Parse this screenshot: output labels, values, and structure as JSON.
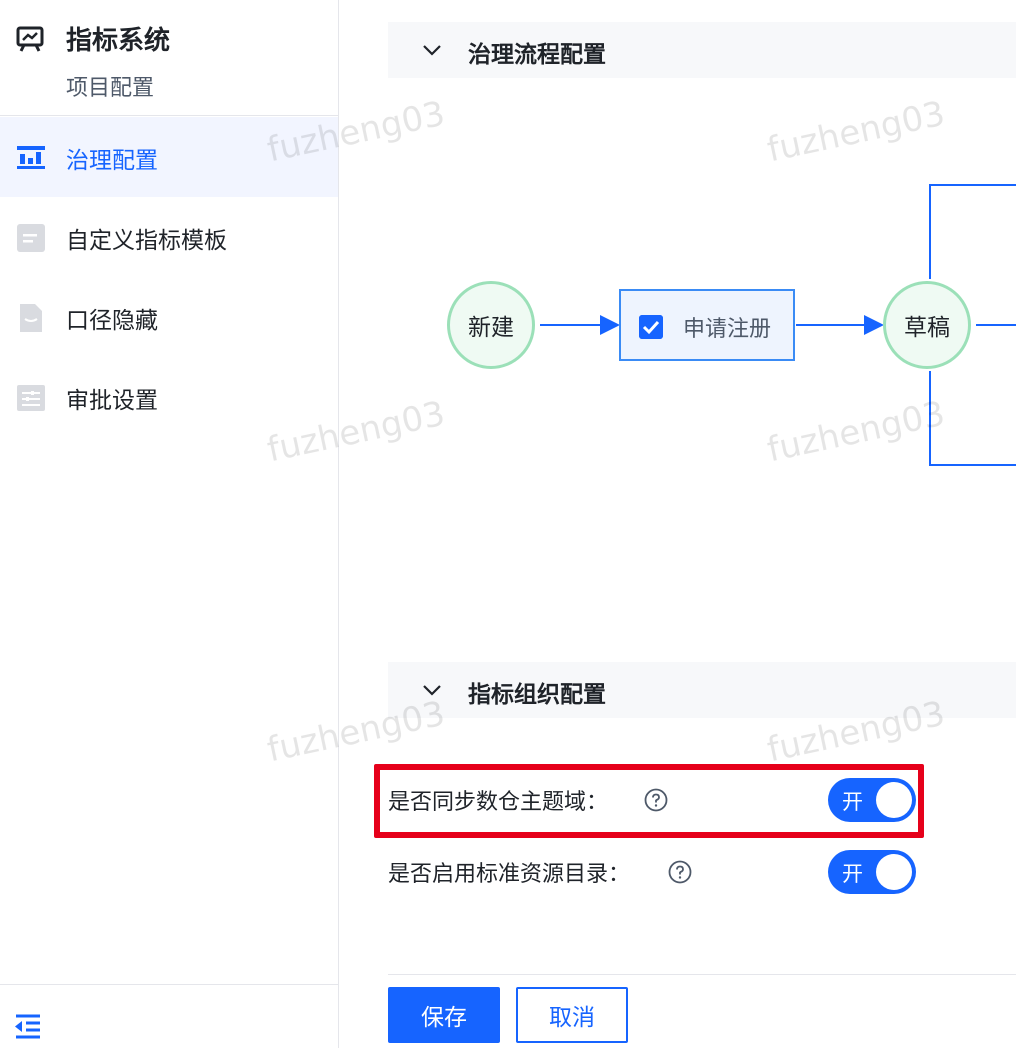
{
  "app": {
    "title": "指标系统",
    "subtitle": "项目配置"
  },
  "sidebar": {
    "items": [
      {
        "label": "治理配置",
        "icon": "governance-chart-icon",
        "active": true
      },
      {
        "label": "自定义指标模板",
        "icon": "template-doc-icon",
        "active": false
      },
      {
        "label": "口径隐藏",
        "icon": "hidden-file-icon",
        "active": false
      },
      {
        "label": "审批设置",
        "icon": "sliders-icon",
        "active": false
      }
    ]
  },
  "sections": {
    "flow": {
      "title": "治理流程配置"
    },
    "org": {
      "title": "指标组织配置"
    }
  },
  "flow_nodes": {
    "new": "新建",
    "register": "申请注册",
    "draft": "草稿"
  },
  "settings": [
    {
      "label": "是否同步数仓主题域：",
      "switch_text": "开",
      "on": true
    },
    {
      "label": "是否启用标准资源目录：",
      "switch_text": "开",
      "on": true
    }
  ],
  "actions": {
    "save": "保存",
    "cancel": "取消"
  },
  "watermark": "fuzheng03",
  "colors": {
    "primary": "#1664ff",
    "node_green_border": "#9be0b8",
    "node_green_bg": "#effaf3",
    "highlight": "#e6001a"
  }
}
